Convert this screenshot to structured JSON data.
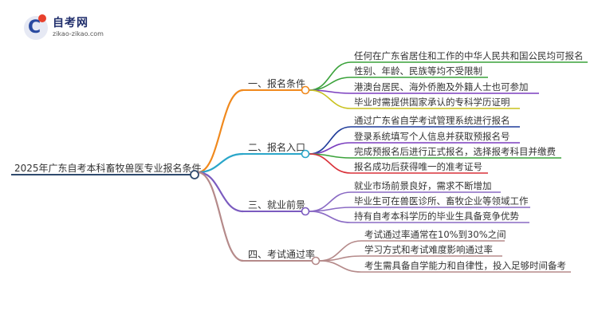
{
  "logo": {
    "title": "自考网",
    "url": "zikao-zikao.com"
  },
  "root": {
    "label": "2025年广东自考本科畜牧兽医专业报名条件",
    "color": "#2f4a6e"
  },
  "branches": [
    {
      "label": "一、报名条件",
      "color": "#f0891d",
      "leaves": [
        {
          "text": "任何在广东省居住和工作的中华人民共和国公民均可报名",
          "color": "#3aa23a"
        },
        {
          "text": "性别、年龄、民族等均不受限制",
          "color": "#3aa23a"
        },
        {
          "text": "港澳台居民、海外侨胞及外籍人士也可参加",
          "color": "#7b3fbf"
        },
        {
          "text": "毕业时需提供国家承认的专科学历证明",
          "color": "#c9c21e"
        }
      ]
    },
    {
      "label": "二、报名入口",
      "color": "#2aa6c9",
      "leaves": [
        {
          "text": "通过广东省自学考试管理系统进行报名",
          "color": "#1f3c9a"
        },
        {
          "text": "登录系统填写个人信息并获取预报名号",
          "color": "#7b3fbf"
        },
        {
          "text": "完成预报名后进行正式报名，选择报考科目并缴费",
          "color": "#3aa23a"
        },
        {
          "text": "报名成功后获得唯一的准考证号",
          "color": "#d9323a"
        }
      ]
    },
    {
      "label": "三、就业前景",
      "color": "#7b5bbf",
      "leaves": [
        {
          "text": "就业市场前景良好，需求不断增加",
          "color": "#8a6ac4"
        },
        {
          "text": "毕业生可在兽医诊所、畜牧企业等领域工作",
          "color": "#8a6ac4"
        },
        {
          "text": "持有自考本科学历的毕业生具备竞争优势",
          "color": "#8a6ac4"
        }
      ]
    },
    {
      "label": "四、考试通过率",
      "color": "#b58a8a",
      "leaves": [
        {
          "text": "考试通过率通常在10%到30%之间",
          "color": "#b58a8a"
        },
        {
          "text": "学习方式和考试难度影响通过率",
          "color": "#b58a8a"
        },
        {
          "text": "考生需具备自学能力和自律性，投入足够时间备考",
          "color": "#b58a8a"
        }
      ]
    }
  ]
}
